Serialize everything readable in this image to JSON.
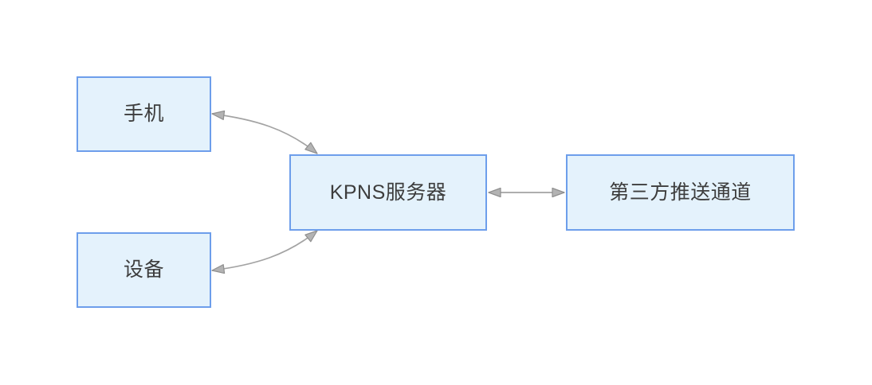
{
  "diagram": {
    "nodes": {
      "phone": {
        "label": "手机"
      },
      "device": {
        "label": "设备"
      },
      "server": {
        "label": "KPNS服务器"
      },
      "channel": {
        "label": "第三方推送通道"
      }
    },
    "edges": [
      {
        "from": "手机",
        "to": "KPNS服务器",
        "shape": "curved",
        "arrows": "both"
      },
      {
        "from": "设备",
        "to": "KPNS服务器",
        "shape": "curved",
        "arrows": "both"
      },
      {
        "from": "KPNS服务器",
        "to": "第三方推送通道",
        "shape": "straight",
        "arrows": "both"
      }
    ],
    "colors": {
      "background": "#ffffff",
      "node_fill": "#e4f2fc",
      "node_border": "#6d9eeb",
      "node_text": "#3d3d3d",
      "edge_line": "#a3a3a3",
      "arrowhead_fill": "#b3b3b3",
      "arrowhead_stroke": "#8f8f8f"
    }
  }
}
